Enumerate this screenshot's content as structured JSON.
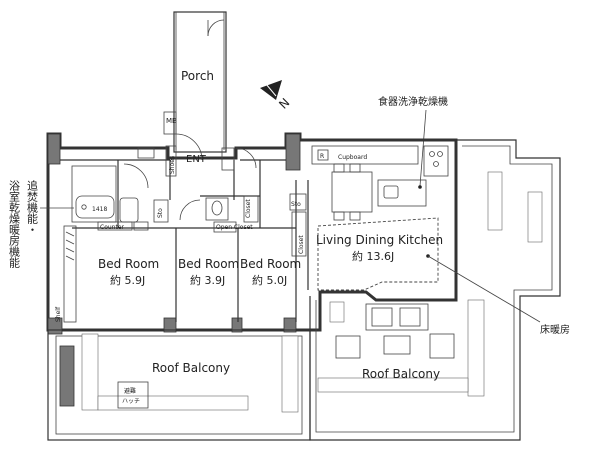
{
  "rooms": {
    "porch": "Porch",
    "mb": "MB",
    "entrance": "ENT",
    "shoes_entry": "Shoes",
    "bedroom_1": {
      "label": "Bed Room",
      "area": "約 5.9J"
    },
    "bedroom_2": {
      "label": "Bed Room",
      "area": "約 3.9J"
    },
    "bedroom_3": {
      "label": "Bed Room",
      "area": "約 5.0J"
    },
    "ldk": {
      "label": "Living Dining Kitchen",
      "area": "約 13.6J"
    },
    "roof_balcony_left": "Roof Balcony",
    "roof_balcony_right": "Roof Balcony"
  },
  "fixtures": {
    "bath_size": "1418",
    "counter": "Counter",
    "shelf": "Shelf",
    "cupboard": "Cupboard",
    "closet_left": "Closet",
    "closet_right": "Closet",
    "sto_left": "Sto",
    "sto_right": "Sto",
    "open_closet": "Open Closet",
    "refrigerator_mark": "R",
    "hatch_line1": "避難",
    "hatch_line2": "ハッチ"
  },
  "notes": {
    "dishwasher": "食器洗浄乾燥機",
    "floor_heating": "床暖房",
    "bath_features_line1": "追焚機能・",
    "bath_features_line2": "浴室乾燥暖房機能"
  },
  "compass": {
    "label": "N"
  }
}
